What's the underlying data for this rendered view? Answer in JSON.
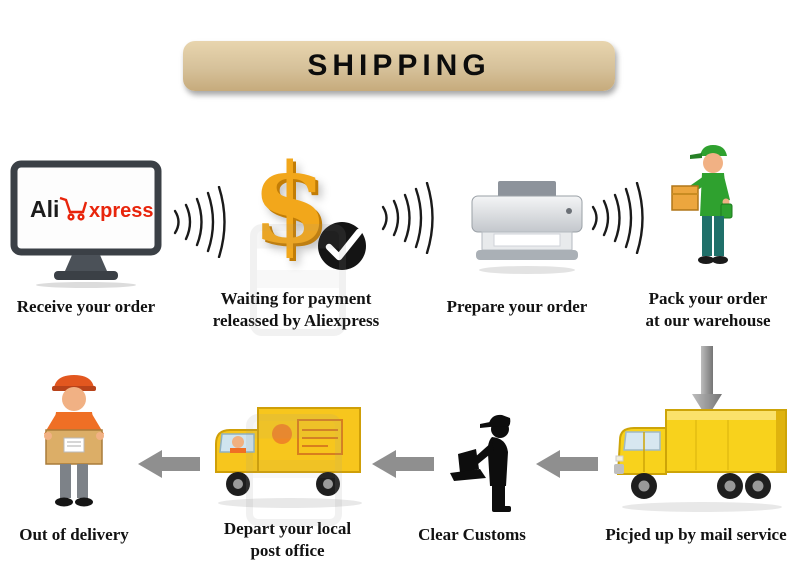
{
  "banner": {
    "title": "SHIPPING"
  },
  "monitor_logo": {
    "ali": "Ali",
    "xpress": "xpress"
  },
  "currency_symbol": "$",
  "steps_top": [
    {
      "icon": "aliexpress-monitor-icon",
      "label": "Receive your order"
    },
    {
      "icon": "dollar-checkmark-icon",
      "label_line1": "Waiting for payment",
      "label_line2": "releassed by Aliexpress"
    },
    {
      "icon": "printer-icon",
      "label": "Prepare your order"
    },
    {
      "icon": "courier-with-box-icon",
      "label_line1": "Pack your order",
      "label_line2": "at our warehouse"
    }
  ],
  "steps_bottom": [
    {
      "icon": "delivery-man-icon",
      "label": "Out of delivery"
    },
    {
      "icon": "post-truck-icon",
      "label_line1": "Depart your local",
      "label_line2": "post office"
    },
    {
      "icon": "customs-officer-icon",
      "label": "Clear Customs"
    },
    {
      "icon": "mail-truck-icon",
      "label": "Picjed up by mail service"
    }
  ],
  "colors": {
    "banner_bg": "#d6c19a",
    "dollar_gold": "#f2a71b",
    "truck_yellow": "#f8d21c",
    "courier_green": "#2fa12f",
    "vest_orange": "#ef6f25",
    "arrow_gray": "#8f8f8f",
    "aliexpress_red": "#e8250c",
    "silhouette_black": "#0d0d0d"
  }
}
